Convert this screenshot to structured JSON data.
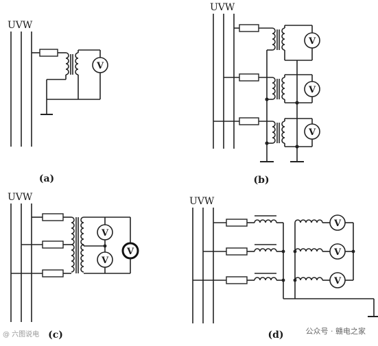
{
  "bus_label": "UVW",
  "meter_symbol": "V",
  "panels": [
    {
      "id": "a",
      "caption": "(a)"
    },
    {
      "id": "b",
      "caption": "(b)"
    },
    {
      "id": "c",
      "caption": "(c)"
    },
    {
      "id": "d",
      "caption": "(d)"
    }
  ],
  "watermark": "公众号 · 赣电之家",
  "watermark_left": "@ 六图说电"
}
